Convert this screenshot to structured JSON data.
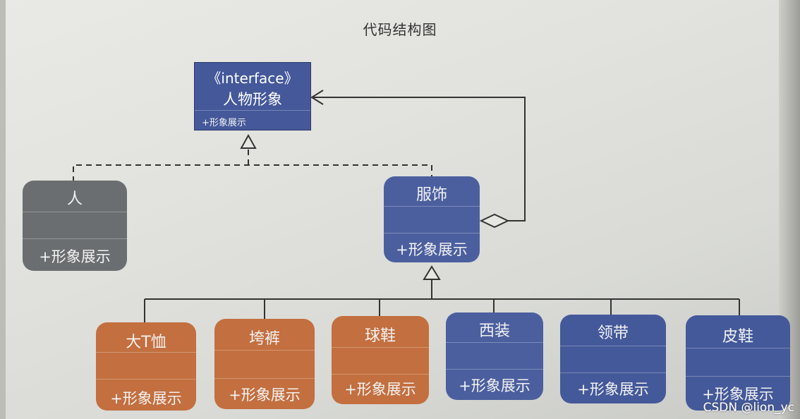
{
  "title": "代码结构图",
  "interface_box": {
    "stereotype": "《interface》",
    "name": "人物形象",
    "method": "+形象展示"
  },
  "classes": [
    {
      "name": "人",
      "method": "+形象展示",
      "color": "#6b6e70"
    },
    {
      "name": "服饰",
      "method": "+形象展示",
      "color": "#4b5f9f"
    }
  ],
  "subclasses": [
    {
      "name": "大T恤",
      "method": "+形象展示",
      "color": "#c36f3f"
    },
    {
      "name": "垮裤",
      "method": "+形象展示",
      "color": "#c36f3f"
    },
    {
      "name": "球鞋",
      "method": "+形象展示",
      "color": "#c36f3f"
    },
    {
      "name": "西装",
      "method": "+形象展示",
      "color": "#4b5f9f"
    },
    {
      "name": "领带",
      "method": "+形象展示",
      "color": "#44599a"
    },
    {
      "name": "皮鞋",
      "method": "+形象展示",
      "color": "#44599a"
    }
  ],
  "watermark": "CSDN @lion_yc"
}
